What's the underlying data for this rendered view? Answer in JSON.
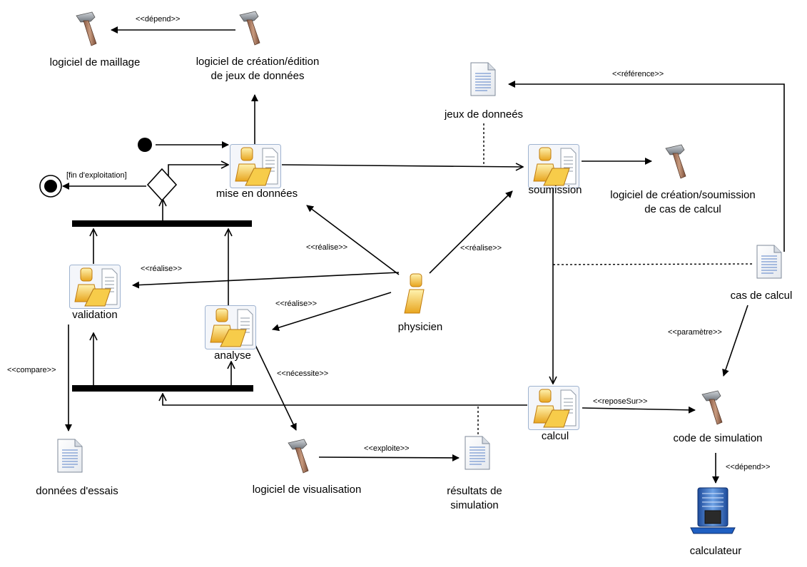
{
  "diagram": {
    "nodes": {
      "logiciel_maillage": {
        "label": "logiciel de maillage"
      },
      "logiciel_creation_edition": {
        "line1": "logiciel de création/édition",
        "line2": "de jeux de données"
      },
      "jeux_donnees": {
        "label": "jeux de donneés"
      },
      "mise_en_donnees": {
        "label": "mise en données"
      },
      "soumission": {
        "label": "soumission"
      },
      "logiciel_soumission": {
        "line1": "logiciel de création/soumission",
        "line2": "de cas de calcul"
      },
      "validation": {
        "label": "validation"
      },
      "analyse": {
        "label": "analyse"
      },
      "physicien": {
        "label": "physicien"
      },
      "cas_de_calcul": {
        "label": "cas de calcul"
      },
      "calcul": {
        "label": "calcul"
      },
      "code_simulation": {
        "label": "code de simulation"
      },
      "donnees_essais": {
        "label": "données d'essais"
      },
      "logiciel_visualisation": {
        "label": "logiciel de visualisation"
      },
      "resultats_simulation": {
        "line1": "résultats de",
        "line2": "simulation"
      },
      "calculateur": {
        "label": "calculateur"
      }
    },
    "edges": {
      "depend_top": "<<dépend>>",
      "reference": "<<référence>>",
      "fin_exploitation": "[fin d'exploitation]",
      "realise_mise": "<<réalise>>",
      "realise_soumission": "<<réalise>>",
      "realise_validation": "<<réalise>>",
      "realise_analyse": "<<réalise>>",
      "compare": "<<compare>>",
      "necessite": "<<nécessite>>",
      "parametre": "<<paramètre>>",
      "repose_sur": "<<reposeSur>>",
      "exploite": "<<exploite>>",
      "depend_bottom": "<<dépend>>"
    }
  }
}
